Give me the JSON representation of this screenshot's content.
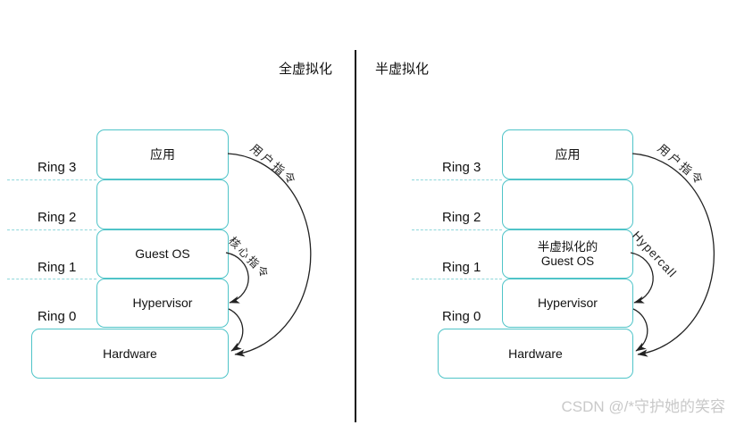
{
  "left": {
    "title": "全虚拟化",
    "rings": [
      "Ring 3",
      "Ring 2",
      "Ring 1",
      "Ring 0"
    ],
    "boxes": {
      "app": "应用",
      "empty": "",
      "guest": "Guest OS",
      "hypervisor": "Hypervisor",
      "hardware": "Hardware"
    },
    "arrows": {
      "user": "用户指令",
      "kernel": "核心指令"
    }
  },
  "right": {
    "title": "半虚拟化",
    "rings": [
      "Ring 3",
      "Ring 2",
      "Ring 1",
      "Ring 0"
    ],
    "boxes": {
      "app": "应用",
      "empty": "",
      "guest_line1": "半虚拟化的",
      "guest_line2": "Guest OS",
      "hypervisor": "Hypervisor",
      "hardware": "Hardware"
    },
    "arrows": {
      "user": "用户指令",
      "hypercall": "Hypercall"
    }
  },
  "watermark": "CSDN @/*守护她的笑容",
  "colors": {
    "box_border": "#4fc4c8",
    "dashed_line": "#8fd7da",
    "arrow": "#222222",
    "watermark": "#c9c9c9"
  }
}
